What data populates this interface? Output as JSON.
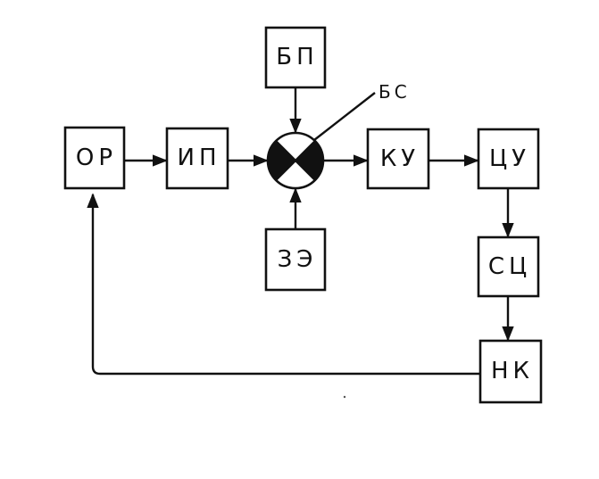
{
  "blocks": {
    "or": "ОР",
    "ip": "ИП",
    "bp": "БП",
    "ze": "ЗЭ",
    "ku": "КУ",
    "tsu": "ЦУ",
    "sts": "СЦ",
    "nk": "НК"
  },
  "comparator": {
    "label": "БС"
  },
  "colors": {
    "ink": "#111111",
    "background": "#ffffff"
  }
}
